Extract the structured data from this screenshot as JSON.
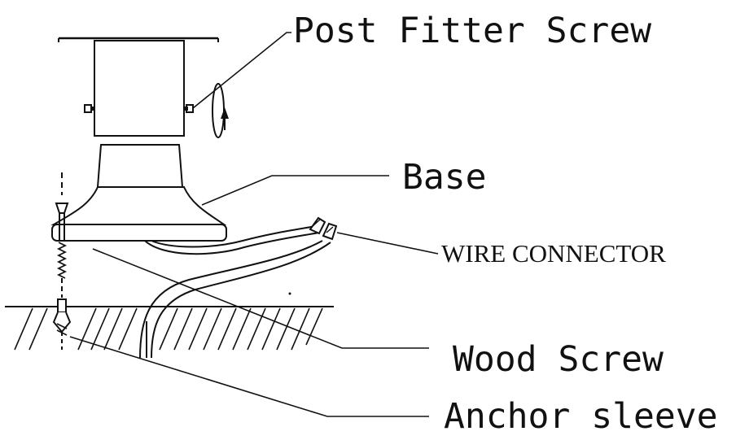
{
  "labels": {
    "post_fitter_screw": "Post Fitter Screw",
    "base": "Base",
    "wire_connector": "WIRE CONNECTOR",
    "wood_screw": "Wood Screw",
    "anchor_sleeve": "Anchor sleeve"
  },
  "colors": {
    "ink": "#111111",
    "background": "#ffffff"
  }
}
